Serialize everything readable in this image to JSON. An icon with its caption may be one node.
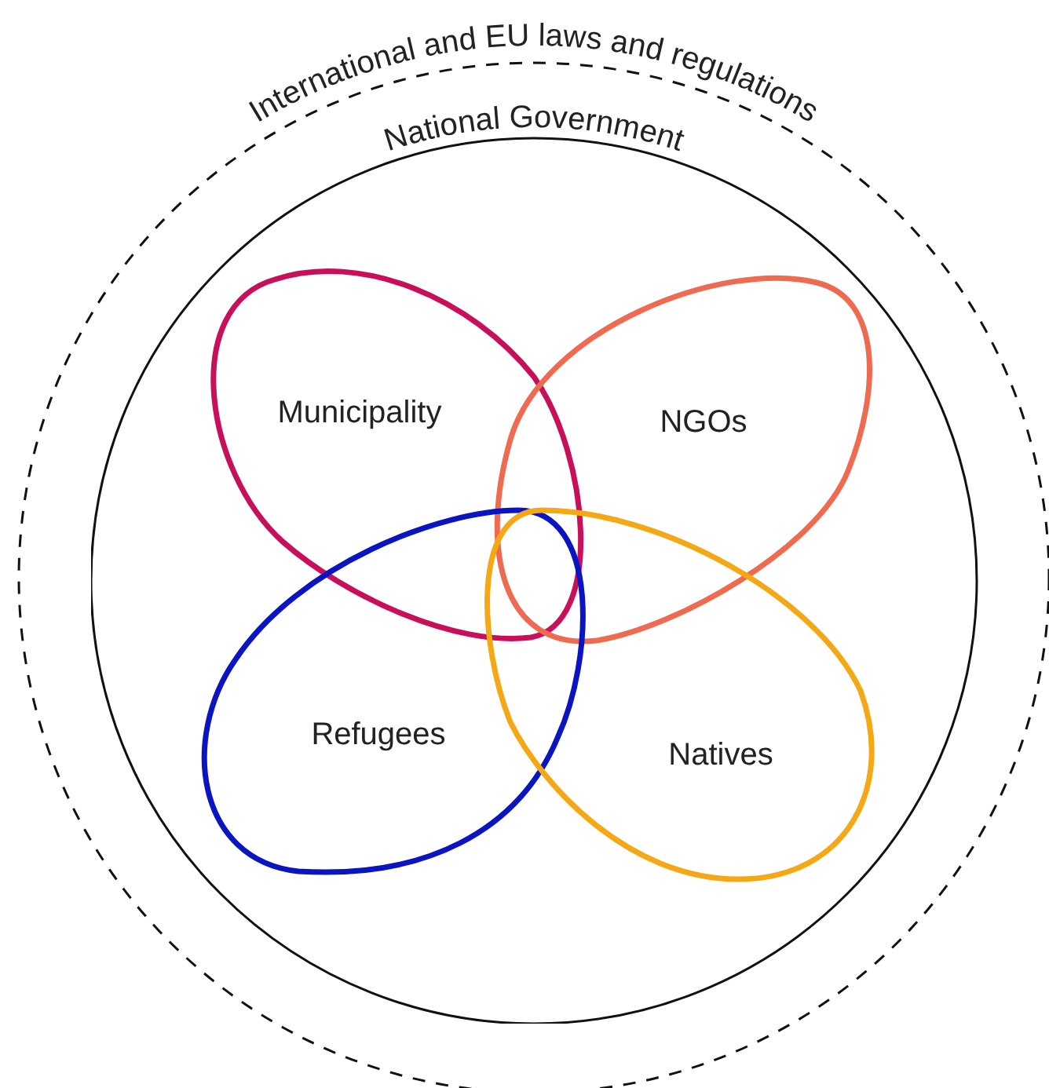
{
  "diagram": {
    "nodes": [
      {
        "text": [
          "International and EU laws and regulations"
        ]
      },
      {
        "text": [
          "National Government"
        ],
        "in": 0
      },
      {
        "text": [
          "Municipality"
        ],
        "in": 1
      },
      {
        "text": [
          "NGOs"
        ],
        "in": 1
      },
      {
        "text": [
          "Refugees"
        ],
        "in": 1
      },
      {
        "text": [
          "Natives"
        ],
        "in": 1
      }
    ],
    "edges": []
  }
}
